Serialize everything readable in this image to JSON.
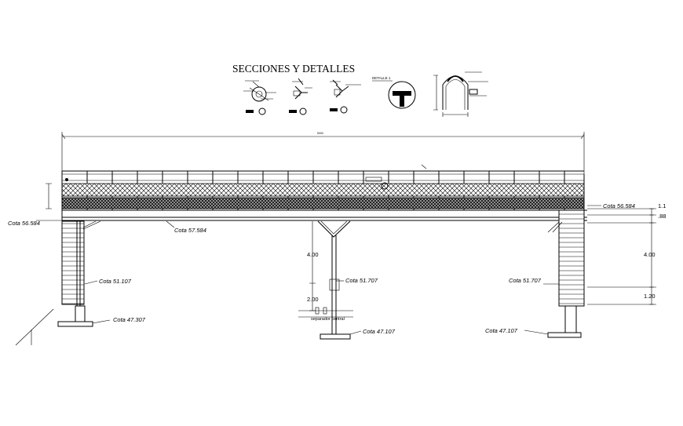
{
  "title": "SECCIONES Y DETALLES",
  "overall_dimension": "5000",
  "elevations": {
    "left_top": "Cota 56.584",
    "right_top": "Cota 56.584",
    "mid_top": "Cota 57.584",
    "left_mid": "Cota 51.107",
    "center_mid": "Cota 51.707",
    "right_mid": "Cota 51.707",
    "left_bottom": "Cota 47.307",
    "center_bottom": "Cota 47.107",
    "right_bottom": "Cota 47.107"
  },
  "dimensions_right": {
    "d1": "1.1",
    "d2": ".88",
    "d3": "4.00",
    "d4": "1.20"
  },
  "dimensions_center": {
    "d1": "4.00",
    "d2": "2.00"
  },
  "center_label": "separador central",
  "detail_label": "DETALLE 1"
}
